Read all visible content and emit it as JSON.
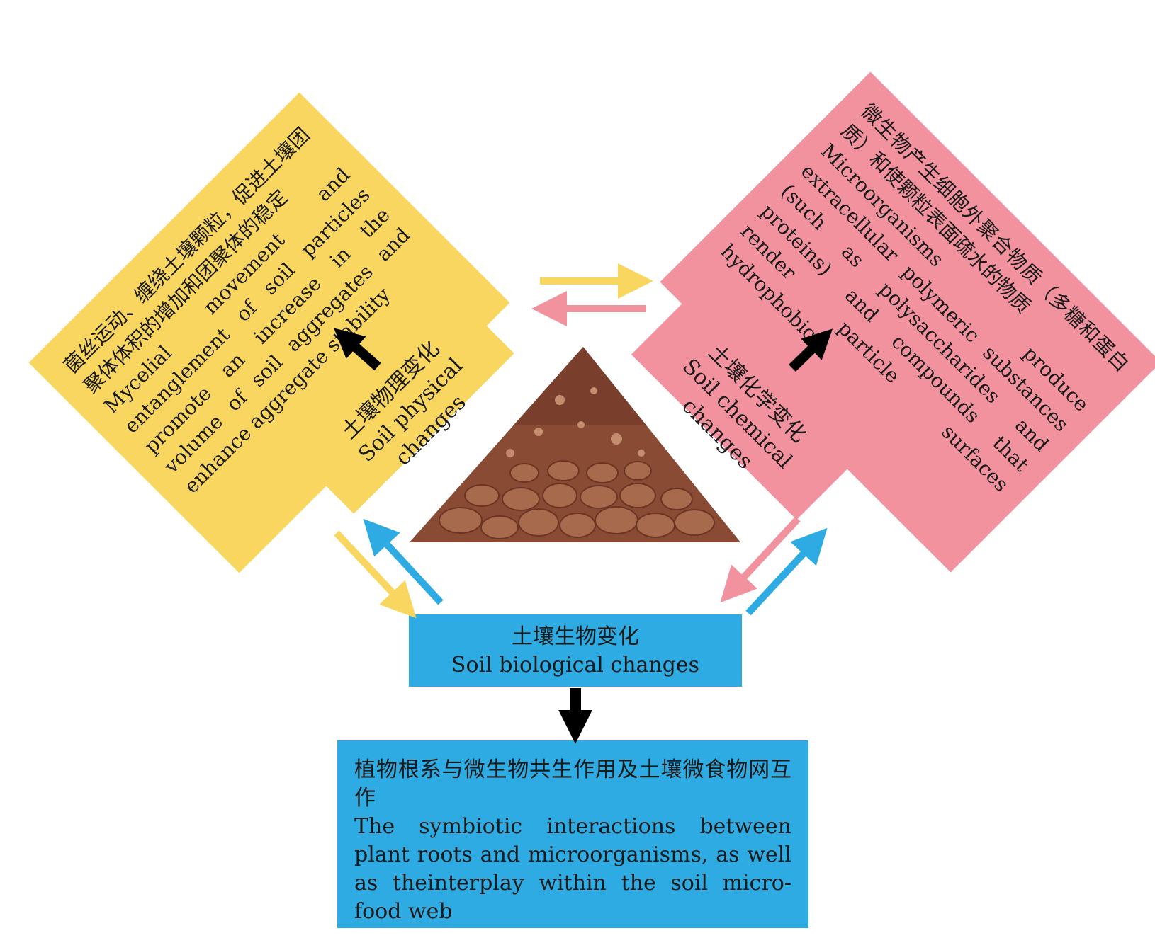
{
  "physical_detail": {
    "zh": "菌丝运动、缠绕土壤颗粒，促进土壤团聚体体积的增加和团聚体的稳定",
    "en": "Mycelial movement and entanglement of soil particles promote an increase in the volume of soil aggregates and enhance aggregate stability"
  },
  "chemical_detail": {
    "zh": "微生物产生细胞外聚合物质（多糖和蛋白质）和使颗粒表面疏水的物质",
    "en": "Microorganisms produce extracellular polymeric substances (such as polysaccharides and proteins) and compounds that render particle surfaces hydrophobic"
  },
  "physical_node": {
    "zh": "土壤物理变化",
    "en": "Soil physical changes"
  },
  "chemical_node": {
    "zh": "土壤化学变化",
    "en": "Soil chemical changes"
  },
  "biological_node": {
    "zh": "土壤生物变化",
    "en": "Soil biological changes"
  },
  "interaction_box": {
    "zh": "植物根系与微生物共生作用及土壤微食物网互作",
    "en": "The symbiotic interactions between plant roots and microorganisms, as well as theinterplay within the soil micro-food web"
  },
  "colors": {
    "physical": "#f8d65f",
    "chemical": "#f1929e",
    "biological": "#2eabe2",
    "soil": "#8a4b35",
    "arrow": "#000000"
  }
}
